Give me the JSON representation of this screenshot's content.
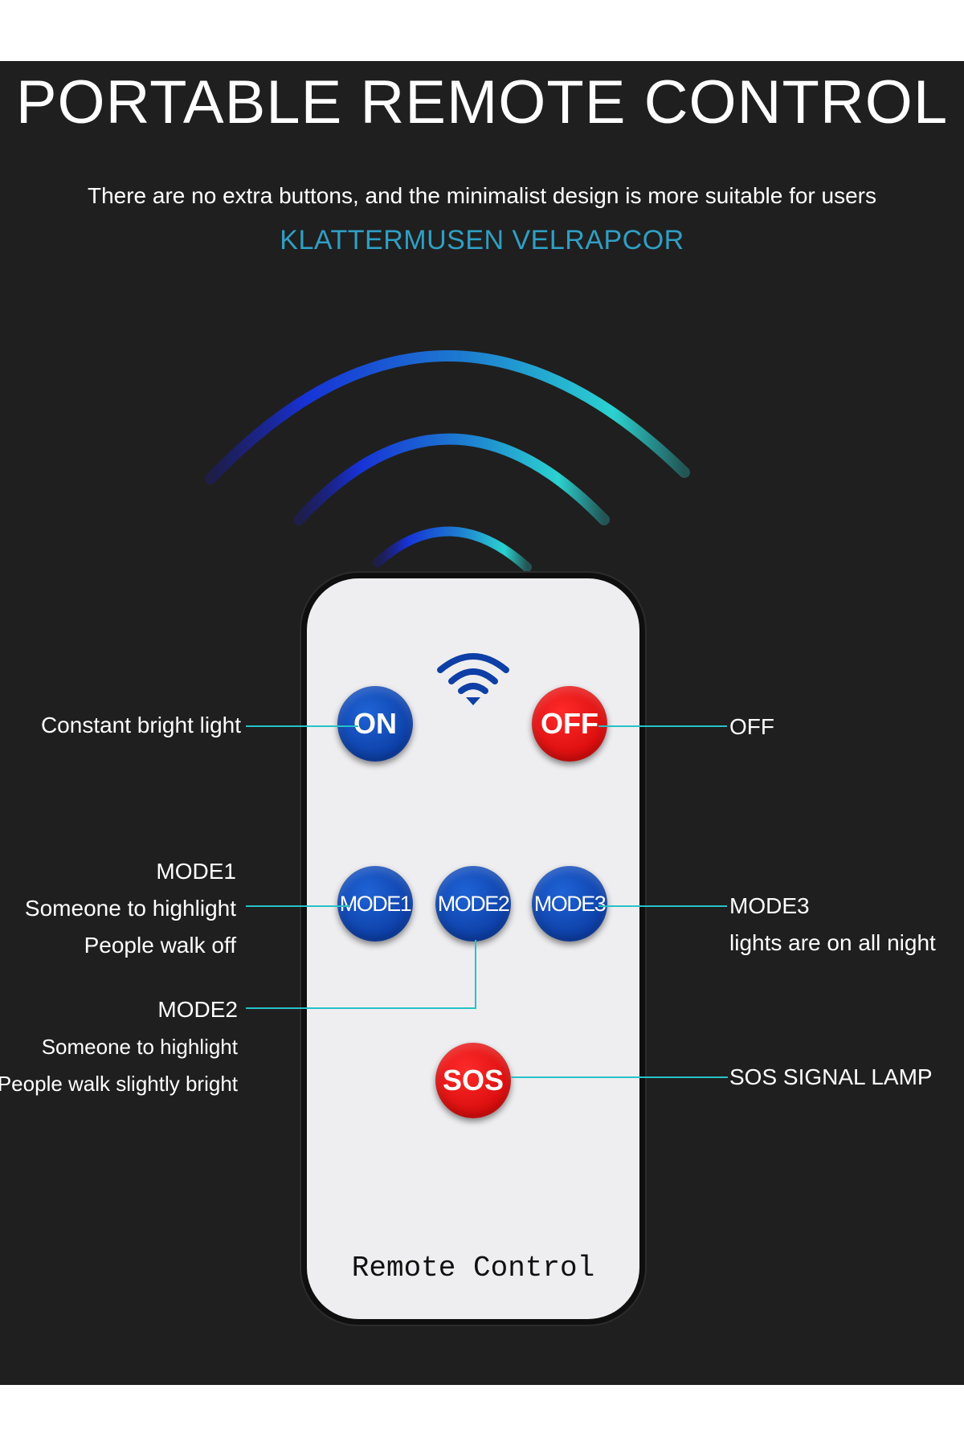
{
  "header": {
    "title": "PORTABLE REMOTE CONTROL",
    "subtitle": "There are no extra buttons, and the minimalist design is more suitable for users",
    "brand": "KLATTERMUSEN VELRAPCOR"
  },
  "remote": {
    "buttons": {
      "on": "ON",
      "off": "OFF",
      "mode1": "MODE1",
      "mode2": "MODE2",
      "mode3": "MODE3",
      "sos": "SOS"
    },
    "label": "Remote Control"
  },
  "annotations": {
    "on": "Constant bright light",
    "off": "OFF",
    "mode1": {
      "title": "MODE1",
      "line1": "Someone to highlight",
      "line2": "People walk off"
    },
    "mode2": {
      "title": "MODE2",
      "line1": "Someone to highlight",
      "line2": "People walk slightly bright"
    },
    "mode3": {
      "title": "MODE3",
      "line1": "lights are on all night"
    },
    "sos": "SOS SIGNAL LAMP"
  },
  "colors": {
    "background": "#1f1f1f",
    "brand_text": "#2f9fc4",
    "callout_line": "#27c1c7",
    "button_blue": "#0d3fa6",
    "button_red": "#d90d0d",
    "remote_body": "#eeeef0"
  },
  "icons": {
    "signal_waves": "wireless-signal-icon",
    "remote_wifi": "wifi-icon"
  }
}
